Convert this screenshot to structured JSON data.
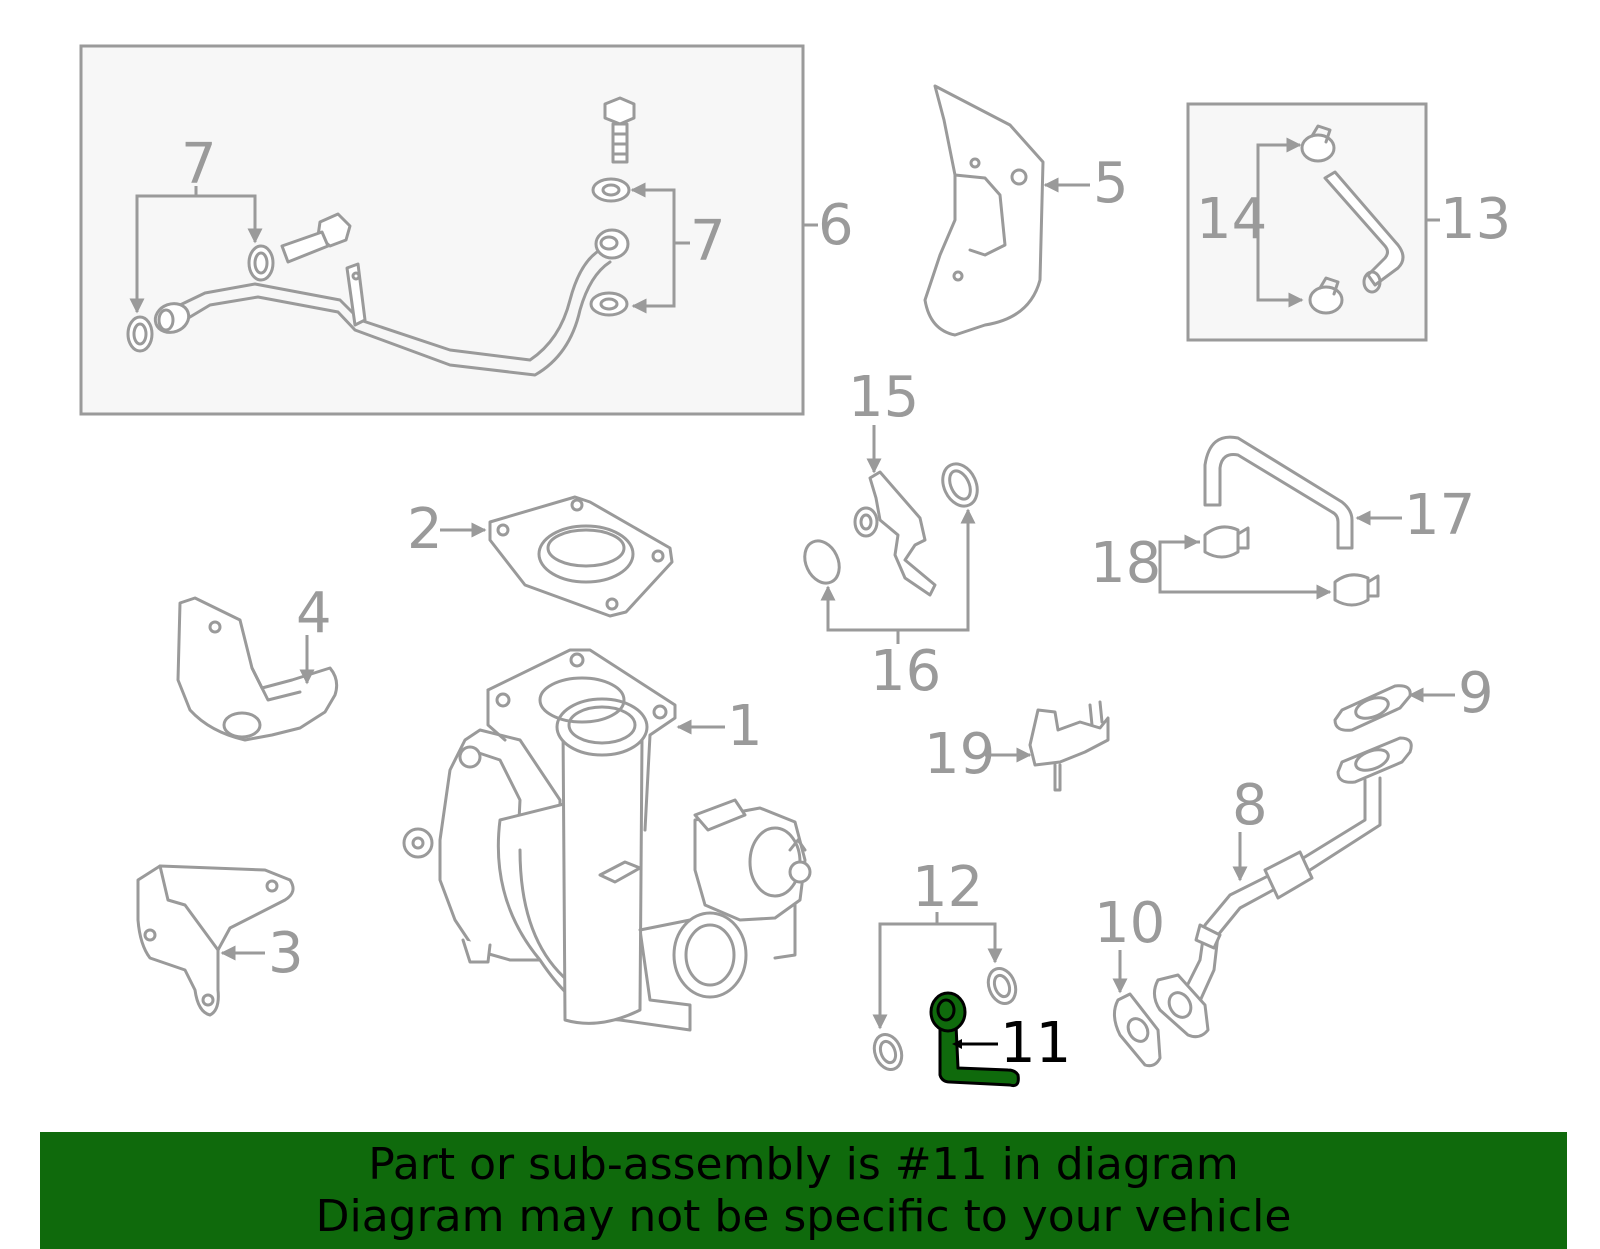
{
  "callouts": {
    "c1": "1",
    "c2": "2",
    "c3": "3",
    "c4": "4",
    "c5": "5",
    "c6": "6",
    "c7a": "7",
    "c7b": "7",
    "c8": "8",
    "c9": "9",
    "c10": "10",
    "c11": "11",
    "c12": "12",
    "c13": "13",
    "c14": "14",
    "c15": "15",
    "c16": "16",
    "c17": "17",
    "c18": "18",
    "c19": "19"
  },
  "highlight": {
    "part": "11",
    "color": "#0f6a0c"
  },
  "banner": {
    "line1": "Part or sub-assembly is #11 in diagram",
    "line2": "Diagram may not be specific to your vehicle",
    "background": "#0f6a0c"
  }
}
